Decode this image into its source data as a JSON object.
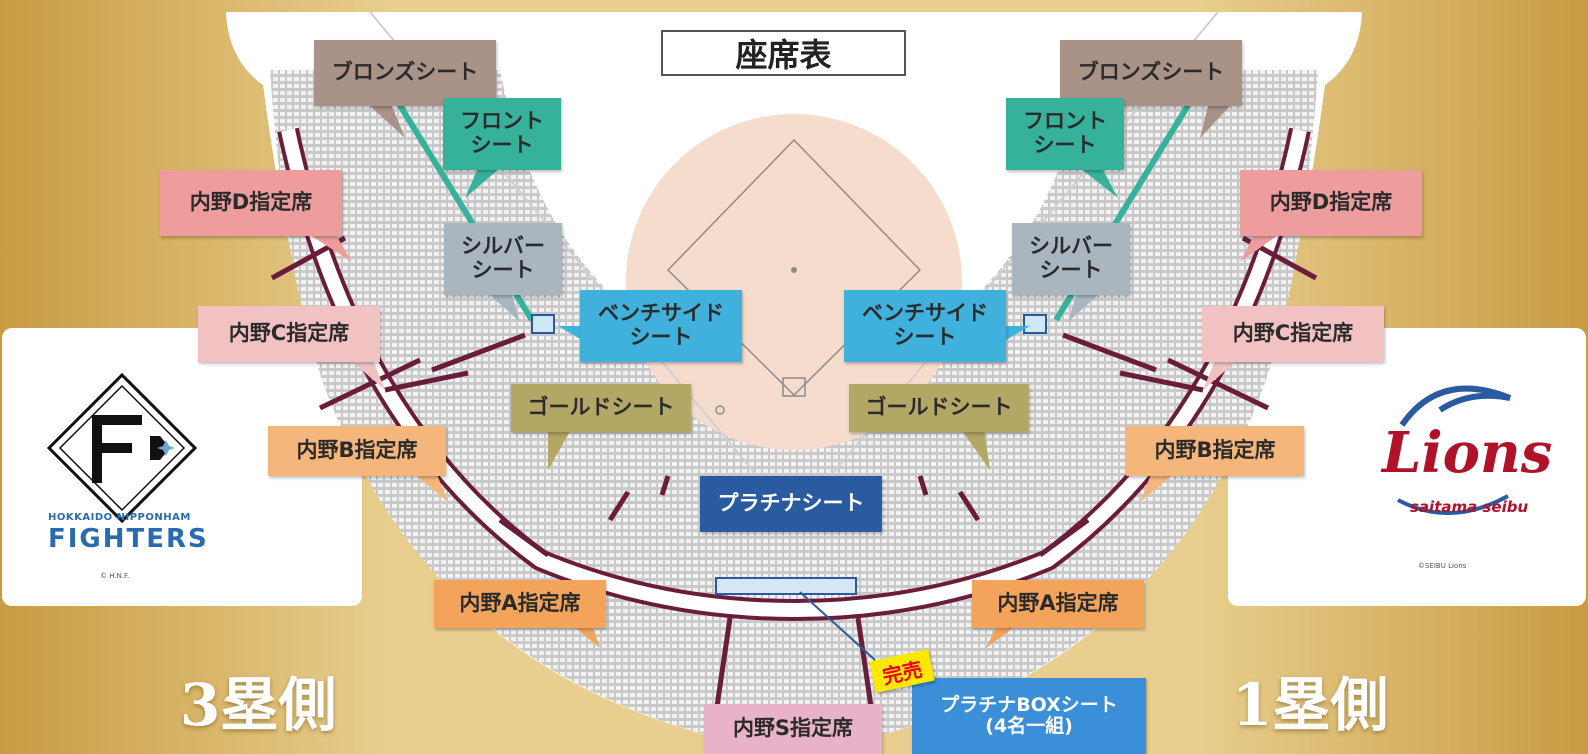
{
  "title": "座席表",
  "side_left": "3塁側",
  "side_right": "1塁側",
  "labels": {
    "bronze": "ブロンズシート",
    "front_1": "フロント",
    "front_2": "シート",
    "naiya_d": "内野D指定席",
    "silver_1": "シルバー",
    "silver_2": "シート",
    "naiya_c": "内野C指定席",
    "bench_1": "ベンチサイド",
    "bench_2": "シート",
    "gold": "ゴールドシート",
    "naiya_b": "内野B指定席",
    "platinum": "プラチナシート",
    "naiya_a": "内野A指定席",
    "naiya_s": "内野S指定席",
    "box_1": "プラチナBOXシート",
    "box_2": "(4名一組)",
    "soldout": "完売"
  },
  "logos": {
    "fighters_line1": "HOKKAIDO NIPPONHAM",
    "fighters_line2": "FIGHTERS",
    "fighters_copy": "© H.N.F.",
    "lions_copy": "©SEIBU Lions",
    "lions_script_1": "saitama",
    "lions_script_2": "seibu",
    "lions_word": "Lions"
  },
  "colors": {
    "background_gold": "#d9b25a",
    "bronze": "#a99389",
    "front": "#36b29b",
    "naiya_d": "#ee9d9d",
    "silver": "#a9b6c0",
    "naiya_c": "#f2c2c2",
    "bench": "#3fb1dc",
    "gold": "#b3a766",
    "naiya_b": "#f4b67a",
    "platinum": "#2a5aa0",
    "naiya_a": "#f3a35a",
    "naiya_s": "#e8b3c8",
    "box": "#3a8fd8",
    "soldout_bg": "#ffe800",
    "soldout_text": "#e8001c",
    "divider": "#6a1c3a"
  }
}
